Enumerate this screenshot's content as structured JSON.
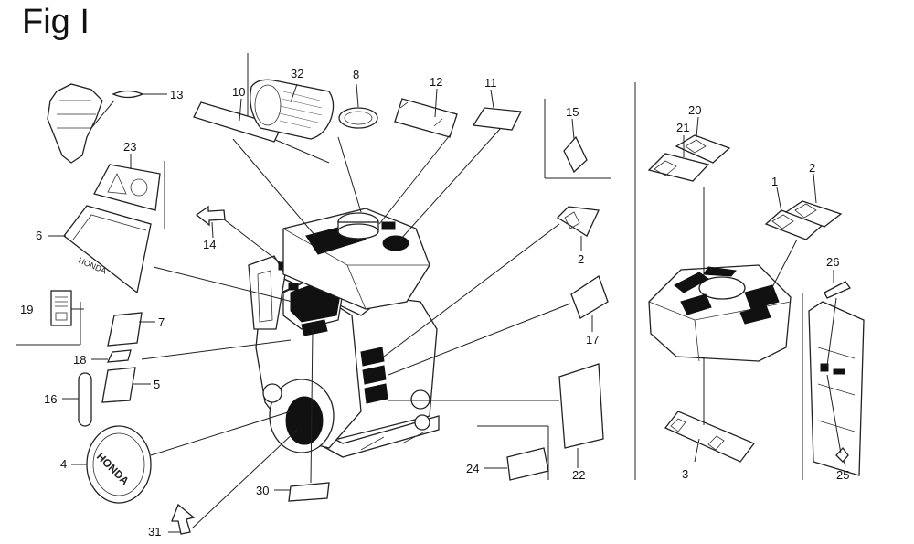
{
  "figure": {
    "title": "Fig I",
    "engine_label": "HONDA",
    "emblem_label": "HONDA"
  },
  "callouts": [
    {
      "id": "c32",
      "label": "32"
    },
    {
      "id": "c8",
      "label": "8"
    },
    {
      "id": "c12",
      "label": "12"
    },
    {
      "id": "c11",
      "label": "11"
    },
    {
      "id": "c15",
      "label": "15"
    },
    {
      "id": "c10",
      "label": "10"
    },
    {
      "id": "c13",
      "label": "13"
    },
    {
      "id": "c23",
      "label": "23"
    },
    {
      "id": "c6",
      "label": "6"
    },
    {
      "id": "c14",
      "label": "14"
    },
    {
      "id": "c2a",
      "label": "2"
    },
    {
      "id": "c19",
      "label": "19"
    },
    {
      "id": "c7",
      "label": "7"
    },
    {
      "id": "c18",
      "label": "18"
    },
    {
      "id": "c5",
      "label": "5"
    },
    {
      "id": "c16",
      "label": "16"
    },
    {
      "id": "c17",
      "label": "17"
    },
    {
      "id": "c4",
      "label": "4"
    },
    {
      "id": "c22",
      "label": "22"
    },
    {
      "id": "c24",
      "label": "24"
    },
    {
      "id": "c30",
      "label": "30"
    },
    {
      "id": "c31",
      "label": "31"
    },
    {
      "id": "c21",
      "label": "21"
    },
    {
      "id": "c20",
      "label": "20"
    },
    {
      "id": "c1",
      "label": "1"
    },
    {
      "id": "c2b",
      "label": "2"
    },
    {
      "id": "c26",
      "label": "26"
    },
    {
      "id": "c3",
      "label": "3"
    },
    {
      "id": "c25",
      "label": "25"
    }
  ]
}
